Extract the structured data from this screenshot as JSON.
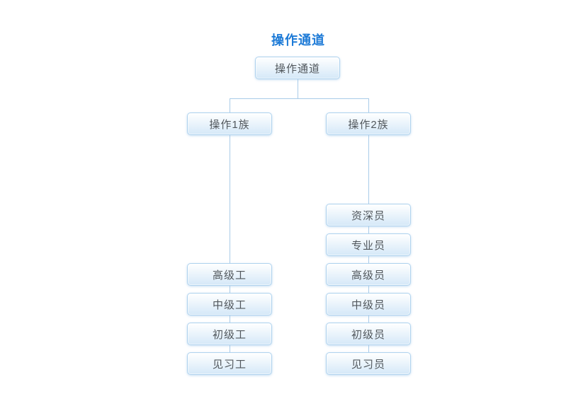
{
  "title": {
    "text": "操作通道"
  },
  "chart": {
    "root": {
      "label": "操作通道"
    },
    "branches": [
      {
        "label": "操作1族",
        "children": [
          {
            "label": "高级工"
          },
          {
            "label": "中级工"
          },
          {
            "label": "初级工"
          },
          {
            "label": "见习工"
          }
        ]
      },
      {
        "label": "操作2族",
        "children": [
          {
            "label": "资深员"
          },
          {
            "label": "专业员"
          },
          {
            "label": "高级员"
          },
          {
            "label": "中级员"
          },
          {
            "label": "初级员"
          },
          {
            "label": "见习员"
          }
        ]
      }
    ]
  },
  "colors": {
    "title": "#1e7bd7",
    "node_border": "#b0d3ee",
    "node_text": "#51575c",
    "connector": "#a9cbe8"
  }
}
